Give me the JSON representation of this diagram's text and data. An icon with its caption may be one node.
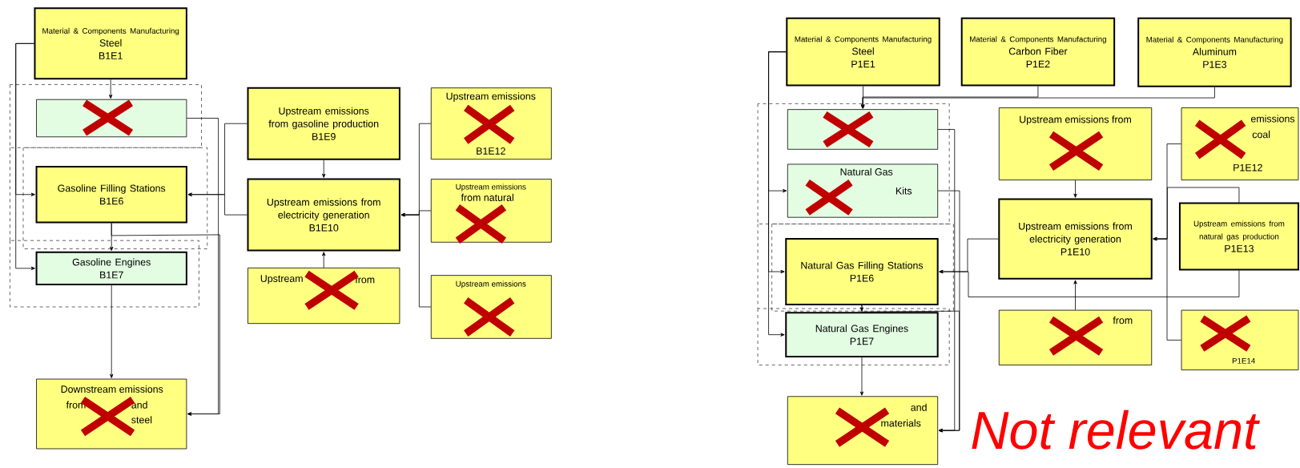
{
  "diagram": {
    "nodes": [
      {
        "text": [
          "Material & Components Manufacturing",
          "Steel",
          "B1E1"
        ]
      },
      {
        "text": [],
        "shape": "box"
      },
      {
        "text": [
          "Gasoline Filling Stations",
          "B1E6"
        ]
      },
      {
        "text": [
          "Gasoline Engines",
          "B1E7"
        ]
      },
      {
        "text": [
          "Downstream emissions",
          "from",
          "and",
          "steel"
        ]
      },
      {
        "text": [
          "Upstream emissions from gasoline production",
          "B1E9"
        ]
      },
      {
        "text": [
          "Upstream emissions from electricity generation",
          "B1E10"
        ]
      },
      {
        "text": [
          "Upstream",
          "from"
        ]
      },
      {
        "text": [
          "Upstream emissions",
          "B1E12"
        ]
      },
      {
        "text": [
          "Upstream emissions",
          "from natural"
        ]
      },
      {
        "text": [
          "Upstream emissions"
        ]
      },
      {
        "text": [
          "Material & Components Manufacturing",
          "Steel",
          "P1E1"
        ]
      },
      {
        "text": [
          "Material & Components Manufacturing",
          "Carbon Fiber",
          "P1E2"
        ]
      },
      {
        "text": [
          "Material & Components Manufacturing",
          "Aluminum",
          "P1E3"
        ]
      },
      {
        "text": [],
        "shape": "box"
      },
      {
        "text": [
          "Natural Gas",
          "Kits"
        ]
      },
      {
        "text": [
          "Natural Gas Filling Stations",
          "P1E6"
        ]
      },
      {
        "text": [
          "Natural Gas Engines",
          "P1E7"
        ]
      },
      {
        "text": [
          "and",
          "materials"
        ]
      },
      {
        "text": [
          "Upstream emissions from"
        ]
      },
      {
        "text": [
          "Upstream emissions from electricity generation",
          "P1E10"
        ]
      },
      {
        "text": [
          "from"
        ]
      },
      {
        "text": [
          "emissions",
          "coal",
          "P1E12"
        ]
      },
      {
        "text": [
          "Upstream emissions from natural gas production",
          "P1E13"
        ]
      },
      {
        "text": [
          "P1E14"
        ]
      }
    ],
    "edges": [
      {
        "from": 0,
        "to": 1,
        "arrow": "to"
      },
      {
        "from": 0,
        "to": 2,
        "arrow": "to"
      },
      {
        "from": 0,
        "to": 3,
        "arrow": "to"
      },
      {
        "from": 1,
        "to": 4,
        "arrow": "to"
      },
      {
        "from": 2,
        "to": 4,
        "arrow": "to"
      },
      {
        "from": 2,
        "to": 3,
        "arrow": "to"
      },
      {
        "from": 3,
        "to": 4,
        "arrow": "to"
      },
      {
        "from": 5,
        "to": 2,
        "arrow": "to"
      },
      {
        "from": 6,
        "to": 2,
        "arrow": "to"
      },
      {
        "from": 5,
        "to": 6,
        "arrow": "to"
      },
      {
        "from": 7,
        "to": 6,
        "arrow": "to"
      },
      {
        "from": 8,
        "to": 6,
        "arrow": "to"
      },
      {
        "from": 9,
        "to": 6,
        "arrow": "to"
      },
      {
        "from": 10,
        "to": 6,
        "arrow": "to"
      },
      {
        "from": 11,
        "to": 14,
        "arrow": "to"
      },
      {
        "from": 12,
        "to": 14,
        "arrow": "to"
      },
      {
        "from": 13,
        "to": 14,
        "arrow": "to"
      },
      {
        "from": 11,
        "to": 15,
        "arrow": "to"
      },
      {
        "from": 11,
        "to": 16,
        "arrow": "to"
      },
      {
        "from": 11,
        "to": 17,
        "arrow": "to"
      },
      {
        "from": 14,
        "to": 18,
        "arrow": "to"
      },
      {
        "from": 15,
        "to": 18,
        "arrow": "to"
      },
      {
        "from": 16,
        "to": 18,
        "arrow": "to"
      },
      {
        "from": 16,
        "to": 17,
        "arrow": "to"
      },
      {
        "from": 17,
        "to": 18,
        "arrow": "to"
      },
      {
        "from": 20,
        "to": 16,
        "arrow": "to"
      },
      {
        "from": 23,
        "to": 16,
        "arrow": "to"
      },
      {
        "from": 19,
        "to": 20,
        "arrow": "to"
      },
      {
        "from": 21,
        "to": 20,
        "arrow": "to"
      },
      {
        "from": 22,
        "to": 20,
        "arrow": "to"
      },
      {
        "from": 23,
        "to": 20,
        "arrow": "to"
      },
      {
        "from": 24,
        "to": 20,
        "arrow": "to"
      }
    ],
    "labels": [
      "Not relevant"
    ]
  }
}
